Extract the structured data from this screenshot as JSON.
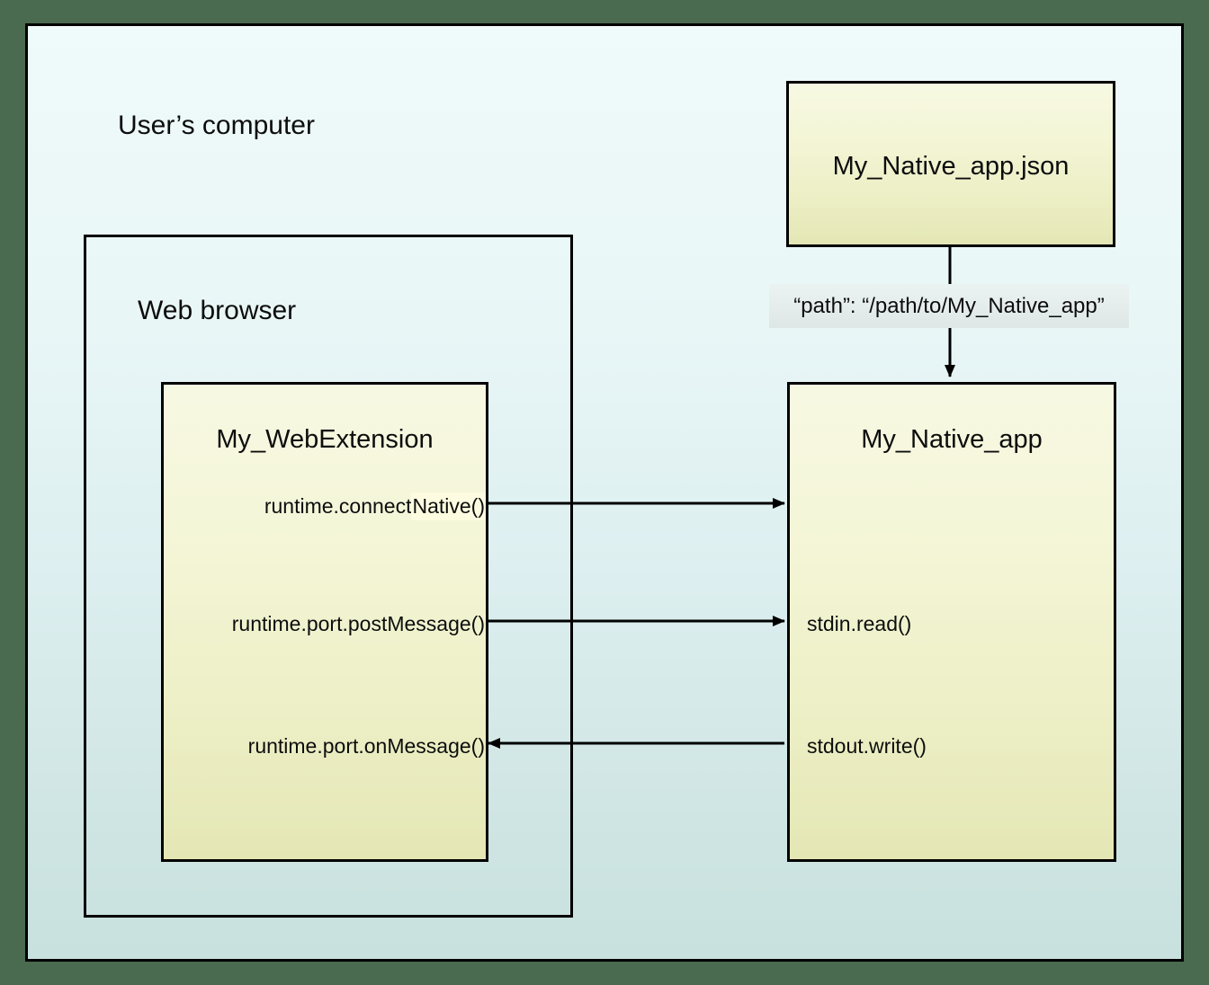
{
  "canvas": {
    "background_top_color": "#effafa",
    "background_bottom_color": "#c8e1de",
    "border_color": "#000000",
    "outer_backdrop_color": "#4a6b4f"
  },
  "labels": {
    "users_computer": "User’s computer",
    "web_browser": "Web browser"
  },
  "boxes": {
    "manifest": {
      "title": "My_Native_app.json",
      "fill_color": "#f4f6d8"
    },
    "web_extension": {
      "title": "My_WebExtension",
      "fill_color": "#f4f6d8",
      "api_calls": [
        {
          "label_plain": "runtime.connect",
          "label_highlight": "Native()",
          "full": "runtime.connectNative()"
        },
        {
          "label_plain": "runtime.port.postMessage()",
          "label_highlight": "",
          "full": "runtime.port.postMessage()"
        },
        {
          "label_plain": "runtime.port.onMessage()",
          "label_highlight": "",
          "full": "runtime.port.onMessage()"
        }
      ]
    },
    "native_app": {
      "title": "My_Native_app",
      "fill_color": "#f4f6d8",
      "io_calls": [
        {
          "label": "stdin.read()"
        },
        {
          "label": "stdout.write()"
        }
      ]
    }
  },
  "connectors": {
    "manifest_path_caption": "“path”: “/path/to/My_Native_app”",
    "arrows": [
      {
        "name": "manifest-to-native-app",
        "direction": "down"
      },
      {
        "name": "connect-native-to-app",
        "direction": "right"
      },
      {
        "name": "post-message-to-stdin",
        "direction": "right"
      },
      {
        "name": "stdout-to-on-message",
        "direction": "left"
      }
    ]
  }
}
